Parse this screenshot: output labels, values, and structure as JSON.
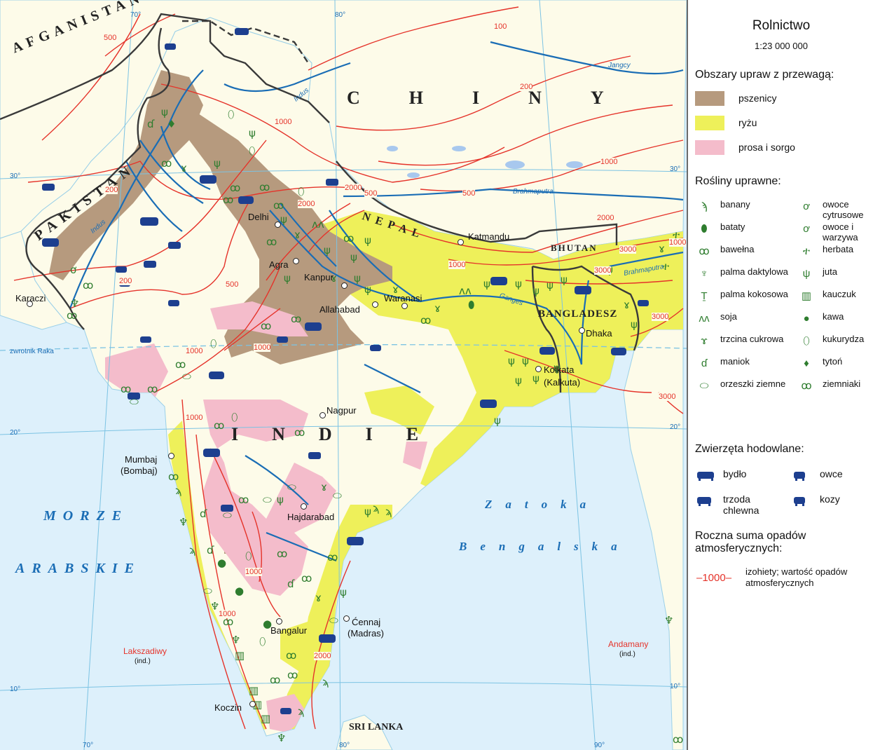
{
  "map": {
    "countries": [
      "AFGANISTAN",
      "PAKISTAN",
      "CHINY",
      "NEPAL",
      "BHUTAN",
      "BANGLADESZ",
      "INDIE",
      "SRI LANKA"
    ],
    "seas": [
      "MORZE",
      "ARABSKIE",
      "Zatoka",
      "Bengalska"
    ],
    "rivers": [
      "Indus",
      "Indus",
      "Jangcy",
      "Brahmaputra",
      "Brahmaputra",
      "Ganges"
    ],
    "cities": [
      "Delhi",
      "Agra",
      "Kanpur",
      "Allahabad",
      "Waranasi",
      "Katmandu",
      "Dhaka",
      "Kolkata",
      "(Kalkuta)",
      "Nagpur",
      "Mumbaj",
      "(Bombaj)",
      "Hajdarabad",
      "Bangalur",
      "Ćennaj",
      "(Madras)",
      "Koczin",
      "Karaczi"
    ],
    "islands": [
      "Lakszadiwy",
      "(ind.)",
      "Andamany",
      "(ind.)"
    ],
    "tropic": "zwrotnik Raka",
    "lat_labels": [
      "30°",
      "20°",
      "10°",
      "30°",
      "20°",
      "10°"
    ],
    "lon_labels": [
      "70°",
      "80°",
      "70°",
      "80°",
      "90°"
    ],
    "isohyet_values": [
      "500",
      "100",
      "200",
      "1000",
      "1000",
      "1000",
      "500",
      "200",
      "200",
      "2000",
      "2000",
      "500",
      "2000",
      "1000",
      "3000",
      "3000",
      "3000",
      "1000",
      "1000",
      "1000",
      "1000",
      "2000",
      "500",
      "3000",
      "1000"
    ]
  },
  "legend": {
    "title": "Rolnictwo",
    "scale": "1:23 000 000",
    "areas_heading": "Obszary upraw z przewagą:",
    "areas": [
      {
        "label": "pszenicy",
        "color": "#b69a7e"
      },
      {
        "label": "ryżu",
        "color": "#eef05a"
      },
      {
        "label": "prosa i sorgo",
        "color": "#f4bccb"
      }
    ],
    "crops_heading": "Rośliny uprawne:",
    "crops": [
      {
        "label": "banany",
        "icon": "banana-icon",
        "glyph": "ϡ"
      },
      {
        "label": "owoce cytrusowe",
        "icon": "citrus-icon",
        "glyph": "ơ"
      },
      {
        "label": "bataty",
        "icon": "sweet-potato-icon",
        "glyph": "⬮"
      },
      {
        "label": "owoce i warzywa",
        "icon": "fruit-vegetables-icon",
        "glyph": "ơ"
      },
      {
        "label": "bawełna",
        "icon": "cotton-icon",
        "glyph": "ꝏ"
      },
      {
        "label": "herbata",
        "icon": "tea-icon",
        "glyph": "ተ"
      },
      {
        "label": "palma daktylowa",
        "icon": "date-palm-icon",
        "glyph": "♆"
      },
      {
        "label": "juta",
        "icon": "jute-icon",
        "glyph": "ψ"
      },
      {
        "label": "palma kokosowa",
        "icon": "coconut-palm-icon",
        "glyph": "Ṯ"
      },
      {
        "label": "kauczuk",
        "icon": "rubber-icon",
        "glyph": "▥"
      },
      {
        "label": "soja",
        "icon": "soy-icon",
        "glyph": "ᴧᴧ"
      },
      {
        "label": "kawa",
        "icon": "coffee-icon",
        "glyph": "●"
      },
      {
        "label": "trzcina cukrowa",
        "icon": "sugar-cane-icon",
        "glyph": "ɤ"
      },
      {
        "label": "kukurydza",
        "icon": "maize-icon",
        "glyph": "⬯"
      },
      {
        "label": "maniok",
        "icon": "cassava-icon",
        "glyph": "ɗ"
      },
      {
        "label": "tytoń",
        "icon": "tobacco-icon",
        "glyph": "♦"
      },
      {
        "label": "orzeszki ziemne",
        "icon": "peanuts-icon",
        "glyph": "⬭"
      },
      {
        "label": "ziemniaki",
        "icon": "potatoes-icon",
        "glyph": "ꝏ"
      }
    ],
    "animals_heading": "Zwierzęta hodowlane:",
    "animals": [
      {
        "label": "bydło",
        "icon": "cattle-icon"
      },
      {
        "label": "owce",
        "icon": "sheep-icon"
      },
      {
        "label": "trzoda chlewna",
        "icon": "pig-icon"
      },
      {
        "label": "kozy",
        "icon": "goat-icon"
      }
    ],
    "precip_heading": "Roczna suma opadów atmosferycznych:",
    "isohyet_sample": "–1000–",
    "isohyet_desc": "izohiety; wartość opadów atmosferycznych"
  },
  "colors": {
    "sea": "#ddf0fb",
    "land": "#fdfbe9",
    "wheat": "#b69a7e",
    "rice": "#eef05a",
    "millet": "#f4bccb",
    "isohyet": "#e5332a",
    "river": "#1a6db5",
    "border": "#3a3a3a",
    "livestock": "#1d3f8f"
  }
}
